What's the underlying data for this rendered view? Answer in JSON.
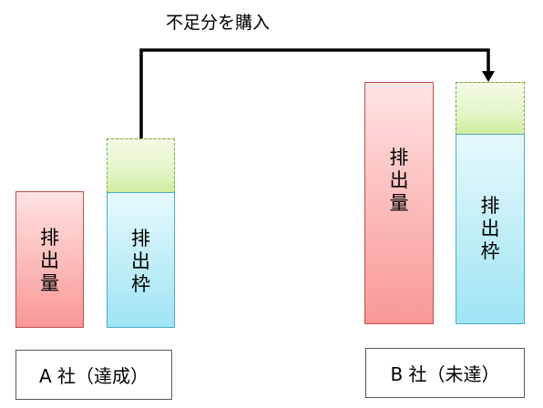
{
  "caption": "不足分を購入",
  "company_a": {
    "label": "A 社（達成）",
    "emission_label": [
      "排",
      "出",
      "量"
    ],
    "quota_label": [
      "排",
      "出",
      "枠"
    ]
  },
  "company_b": {
    "label": "B 社（未達）",
    "emission_label": [
      "排",
      "出",
      "量"
    ],
    "quota_label": [
      "排",
      "出",
      "枠"
    ]
  },
  "colors": {
    "emission_border": "#c0504d",
    "quota_border": "#4bacc6",
    "shortfall_border": "#77a34a",
    "arrow": "#000000"
  }
}
